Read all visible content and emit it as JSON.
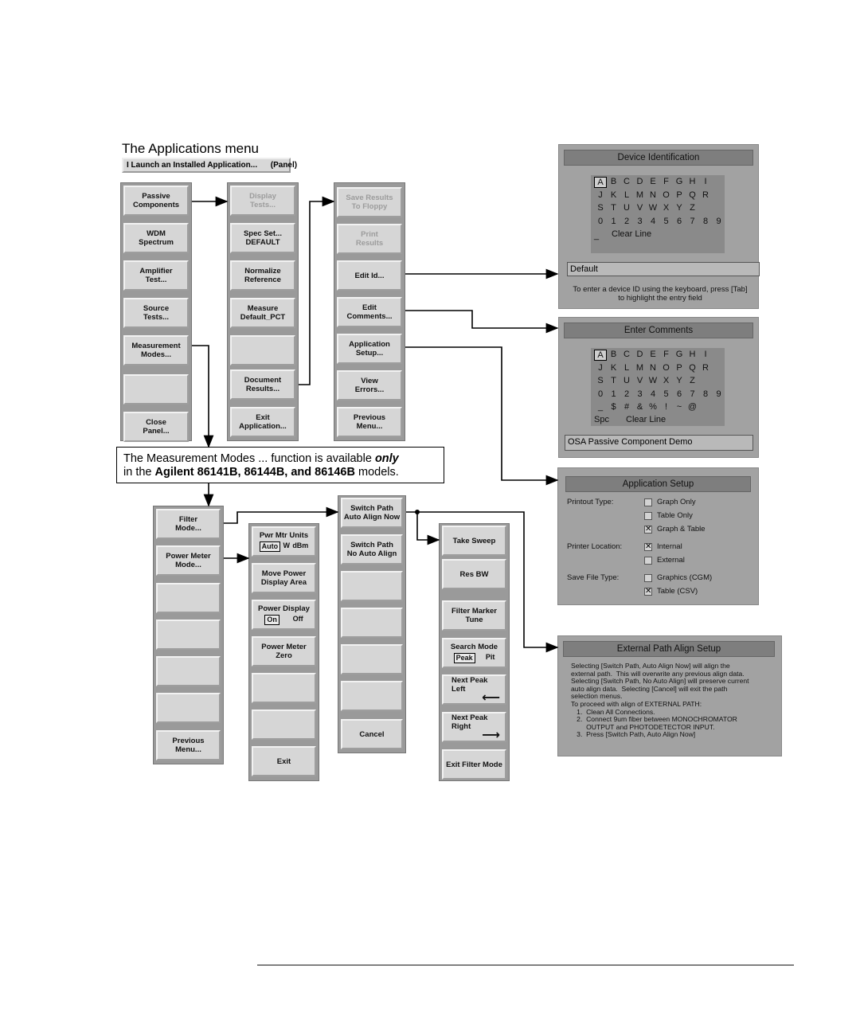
{
  "menu_title": "The Applications menu",
  "launch_bar": "I Launch an Installed Application...      (Panel)",
  "col1": [
    "Passive\nComponents",
    "WDM\nSpectrum",
    "Amplifier\nTest...",
    "Source\nTests...",
    "Measurement\nModes...",
    "",
    "Close\nPanel..."
  ],
  "col2": [
    "Display\nTests...",
    "Spec Set...\nDEFAULT",
    "Normalize\nReference",
    "Measure\nDefault_PCT",
    "",
    "Document\nResults...",
    "Exit\nApplication..."
  ],
  "col3": [
    "Save Results\nTo Floppy",
    "Print\nResults",
    "Edit Id...",
    "Edit\nComments...",
    "Application\nSetup...",
    "View\nErrors...",
    "Previous\nMenu..."
  ],
  "note": {
    "p1": "The Measurement Modes ... function is available ",
    "p2": "only",
    "p3": "in the ",
    "p4": "Agilent 86141B, 86144B, and 86146B",
    "p5": " models."
  },
  "mcol1": [
    "Filter\nMode...",
    "Power Meter\nMode...",
    "",
    "",
    "",
    "",
    "Previous\nMenu..."
  ],
  "mcol2": {
    "pwr_units_label": "Pwr Mtr Units",
    "pwr_units_opts": [
      "Auto",
      "W",
      "dBm"
    ],
    "move_power": "Move Power\nDisplay Area",
    "power_display_label": "Power Display",
    "power_display_opts": [
      "On",
      "Off"
    ],
    "power_meter_zero": "Power Meter\nZero",
    "exit": "Exit"
  },
  "mcol3": [
    "Switch Path\nAuto Align Now",
    "Switch Path\nNo Auto Align",
    "",
    "",
    "",
    "",
    "Cancel"
  ],
  "mcol4": {
    "take_sweep": "Take Sweep",
    "res_bw": "Res BW",
    "filter_marker": "Filter Marker\nTune",
    "search_mode_label": "Search Mode",
    "search_mode_opts": [
      "Peak",
      "Pit"
    ],
    "next_left": "Next Peak\nLeft",
    "next_right": "Next Peak\nRight",
    "left_arrow": "⟵",
    "right_arrow": "⟶",
    "exit_filter": "Exit Filter Mode"
  },
  "device_id": {
    "title": "Device Identification",
    "rows": [
      [
        "A",
        "B",
        "C",
        "D",
        "E",
        "F",
        "G",
        "H",
        "I"
      ],
      [
        "J",
        "K",
        "L",
        "M",
        "N",
        "O",
        "P",
        "Q",
        "R"
      ],
      [
        "S",
        "T",
        "U",
        "V",
        "W",
        "X",
        "Y",
        "Z",
        ""
      ],
      [
        "0",
        "1",
        "2",
        "3",
        "4",
        "5",
        "6",
        "7",
        "8",
        "9"
      ]
    ],
    "extra": "_",
    "clear": "Clear Line",
    "value": "Default",
    "hint": "To enter a device ID using the keyboard, press [Tab]\nto highlight the entry field"
  },
  "comments": {
    "title": "Enter Comments",
    "rows": [
      [
        "A",
        "B",
        "C",
        "D",
        "E",
        "F",
        "G",
        "H",
        "I"
      ],
      [
        "J",
        "K",
        "L",
        "M",
        "N",
        "O",
        "P",
        "Q",
        "R"
      ],
      [
        "S",
        "T",
        "U",
        "V",
        "W",
        "X",
        "Y",
        "Z",
        ""
      ],
      [
        "0",
        "1",
        "2",
        "3",
        "4",
        "5",
        "6",
        "7",
        "8",
        "9"
      ],
      [
        "_",
        "$",
        "#",
        "&",
        "%",
        "!",
        "~",
        "@"
      ]
    ],
    "spc": "Spc",
    "clear": "Clear Line",
    "value": "OSA Passive Component Demo"
  },
  "app_setup": {
    "title": "Application Setup",
    "printout_label": "Printout Type:",
    "printout_opts": [
      {
        "label": "Graph Only",
        "checked": false
      },
      {
        "label": "Table Only",
        "checked": false
      },
      {
        "label": "Graph & Table",
        "checked": true
      }
    ],
    "location_label": "Printer Location:",
    "location_opts": [
      {
        "label": "Internal",
        "checked": true
      },
      {
        "label": "External",
        "checked": false
      }
    ],
    "file_label": "Save File Type:",
    "file_opts": [
      {
        "label": "Graphics (CGM)",
        "checked": false
      },
      {
        "label": "Table (CSV)",
        "checked": true
      }
    ]
  },
  "ext_path": {
    "title": "External Path Align Setup",
    "text": "Selecting [Switch Path, Auto Align Now] will align the\nexternal path.  This will overwrite any previous align data.\nSelecting [Switch Path, No Auto Align] will preserve current\nauto align data.  Selecting [Cancel] will exit the path\nselection menus.\nTo proceed with align of EXTERNAL PATH:\n   1.  Clean All Connections.\n   2.  Connect 9um fiber between MONOCHROMATOR\n        OUTPUT and PHOTODETECTOR INPUT.\n   3.  Press [Switch Path, Auto Align Now]"
  }
}
